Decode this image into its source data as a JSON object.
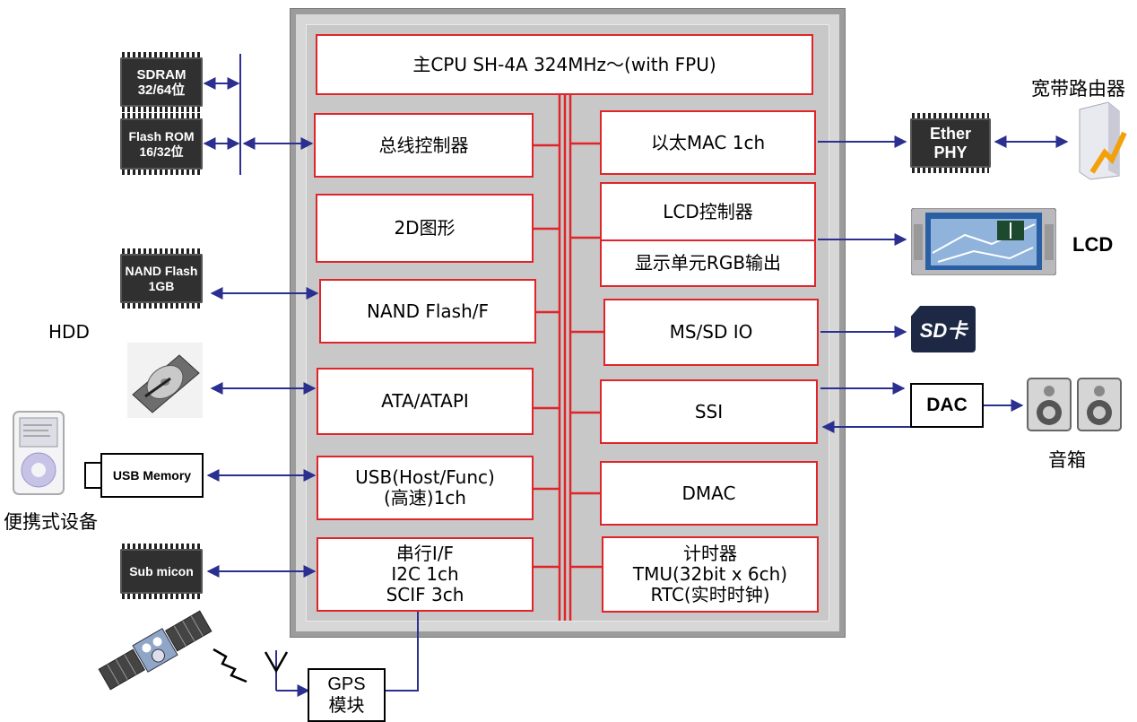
{
  "chip": {
    "cpu": "主CPU SH-4A 324MHz～(with FPU)",
    "left_blocks": {
      "bus": "总线控制器",
      "graphics": "2D图形",
      "nand": "NAND Flash/F",
      "ata": "ATA/ATAPI",
      "usb_line1": "USB(Host/Func)",
      "usb_line2": "(高速)1ch",
      "serial_line1": "串行I/F",
      "serial_line2": "I2C 1ch",
      "serial_line3": "SCIF 3ch"
    },
    "right_blocks": {
      "ether": "以太MAC 1ch",
      "lcd_ctrl": "LCD控制器",
      "rgb": "显示单元RGB输出",
      "mssd": "MS/SD IO",
      "ssi": "SSI",
      "dmac": "DMAC",
      "timer_line1": "计时器",
      "timer_line2": "TMU(32bit x 6ch)",
      "timer_line3": "RTC(实时时钟)"
    }
  },
  "external": {
    "sdram_line1": "SDRAM",
    "sdram_line2": "32/64位",
    "flashrom_line1": "Flash ROM",
    "flashrom_line2": "16/32位",
    "nandchip_line1": "NAND Flash",
    "nandchip_line2": "1GB",
    "hdd": "HDD",
    "usb_memory": "USB Memory",
    "portable": "便携式设备",
    "submicon": "Sub micon",
    "gps_line1": "GPS",
    "gps_line2": "模块",
    "ether_line1": "Ether",
    "ether_line2": "PHY",
    "router": "宽带路由器",
    "lcd": "LCD",
    "sd_card": "SD卡",
    "dac": "DAC",
    "speakers": "音箱"
  },
  "colors": {
    "block_border": "#e0242a",
    "bus_red": "#e0242a",
    "arrow_blue": "#2b2f8f",
    "chip_gray": "#c8c8c8"
  }
}
